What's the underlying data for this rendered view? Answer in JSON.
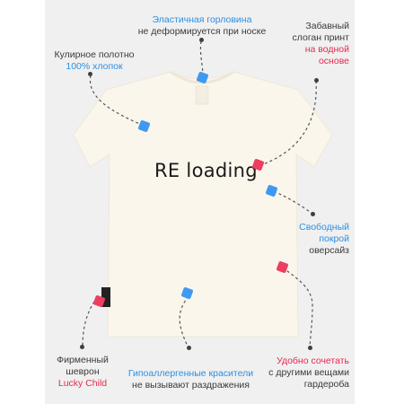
{
  "callouts": {
    "neckline": {
      "line1": "Эластичная горловина",
      "line2": "не деформируется при носке"
    },
    "fabric": {
      "line1": "Кулирное полотно",
      "line2": "100% хлопок"
    },
    "slogan": {
      "line1": "Забавный",
      "line2": "слоган принт",
      "line3": "на водной",
      "line4": "основе"
    },
    "fit": {
      "line1": "Свободный",
      "line2": "покрой",
      "line3": "оверсайз"
    },
    "chevron": {
      "line1": "Фирменный",
      "line2": "шеврон",
      "line3": "Lucky Child"
    },
    "dyes": {
      "line1": "Гипоаллергенные красители",
      "line2": "не вызывают раздражения"
    },
    "combine": {
      "line1": "Удобно сочетать",
      "line2": "с другими вещами",
      "line3": "гардероба"
    }
  },
  "tshirt": {
    "print_text": "RE loading"
  },
  "colors": {
    "blue_accent": "#2b8fe3",
    "red_accent": "#e8284f",
    "shirt": "#fbf6ec",
    "panel": "#f0f0f0"
  },
  "icons": [
    "blue-marker-icon",
    "red-marker-icon"
  ]
}
